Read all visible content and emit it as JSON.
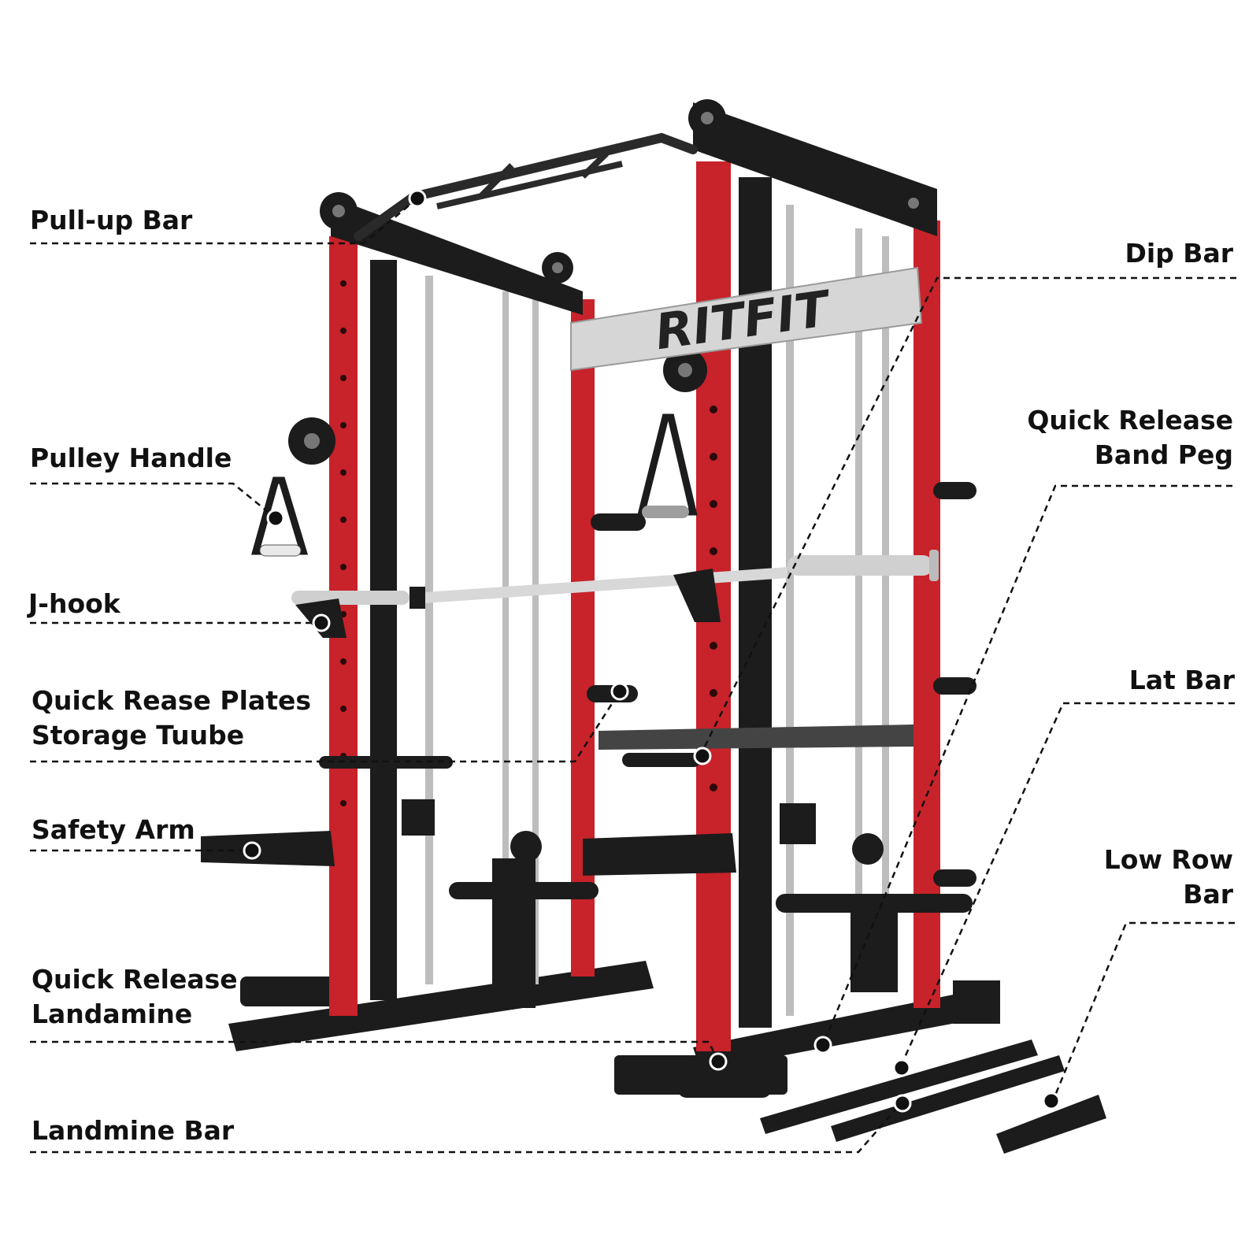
{
  "colors": {
    "frame_red": "#c8222a",
    "frame_black": "#1c1c1c",
    "chrome": "#c9c9c9",
    "label_text": "#111111",
    "leader_line": "#111111"
  },
  "brand_panel": {
    "text": "RITFIT"
  },
  "callouts": {
    "left": [
      {
        "lines": [
          "Pull-up Bar"
        ]
      },
      {
        "lines": [
          "Pulley Handle"
        ]
      },
      {
        "lines": [
          "J-hook"
        ]
      },
      {
        "lines": [
          "Quick Rease Plates",
          "Storage Tuube"
        ]
      },
      {
        "lines": [
          "Safety Arm"
        ]
      },
      {
        "lines": [
          "Quick Release",
          "Landamine"
        ]
      },
      {
        "lines": [
          "Landmine Bar"
        ]
      }
    ],
    "right": [
      {
        "lines": [
          "Dip Bar"
        ]
      },
      {
        "lines": [
          "Quick Release",
          "Band Peg"
        ]
      },
      {
        "lines": [
          "Lat Bar"
        ]
      },
      {
        "lines": [
          "Low Row",
          "Bar"
        ]
      }
    ]
  }
}
